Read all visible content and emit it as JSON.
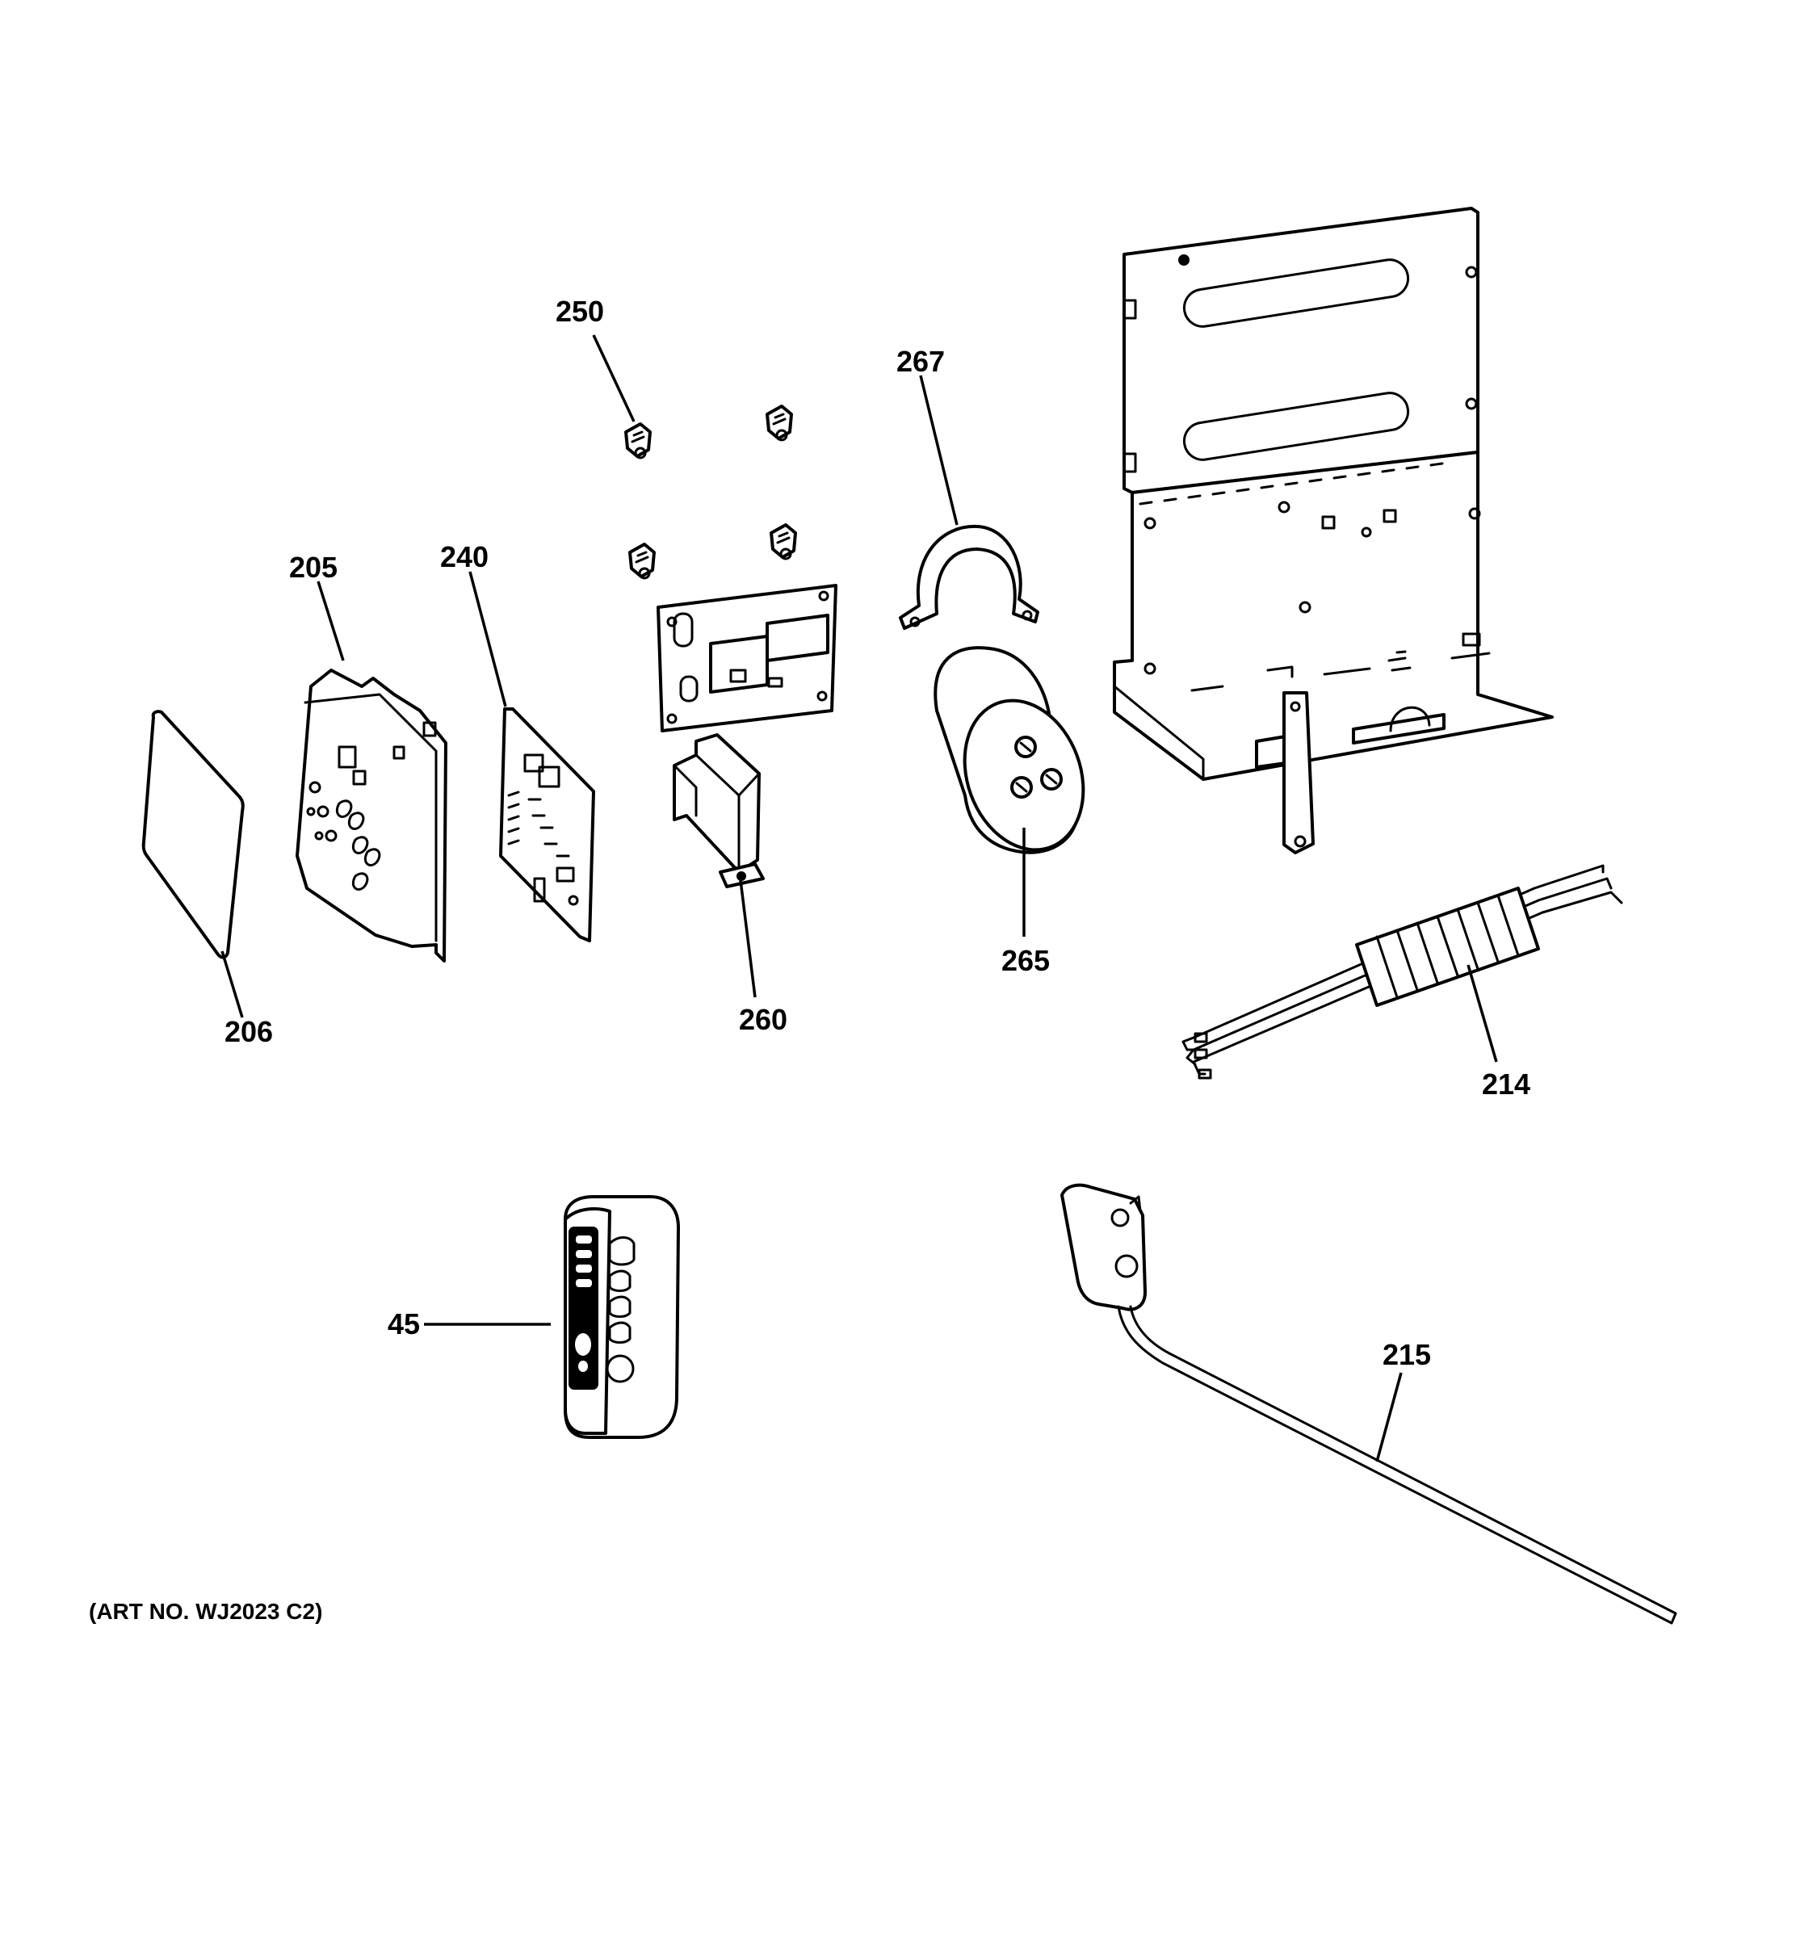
{
  "callouts": {
    "c250": "250",
    "c267": "267",
    "c205": "205",
    "c240": "240",
    "c265": "265",
    "c206": "206",
    "c260": "260",
    "c214": "214",
    "c45": "45",
    "c215": "215"
  },
  "art_number": "(ART NO. WJ2023 C2)",
  "icons": {
    "part-250": "clip-icon",
    "part-267": "strap-icon",
    "part-205": "control-housing-icon",
    "part-206": "lens-cover-icon",
    "part-240": "circuit-board-icon",
    "part-260": "transformer-icon",
    "part-265": "capacitor-icon",
    "part-214": "wire-harness-icon",
    "part-45": "remote-control-icon",
    "part-215": "thermistor-icon"
  }
}
